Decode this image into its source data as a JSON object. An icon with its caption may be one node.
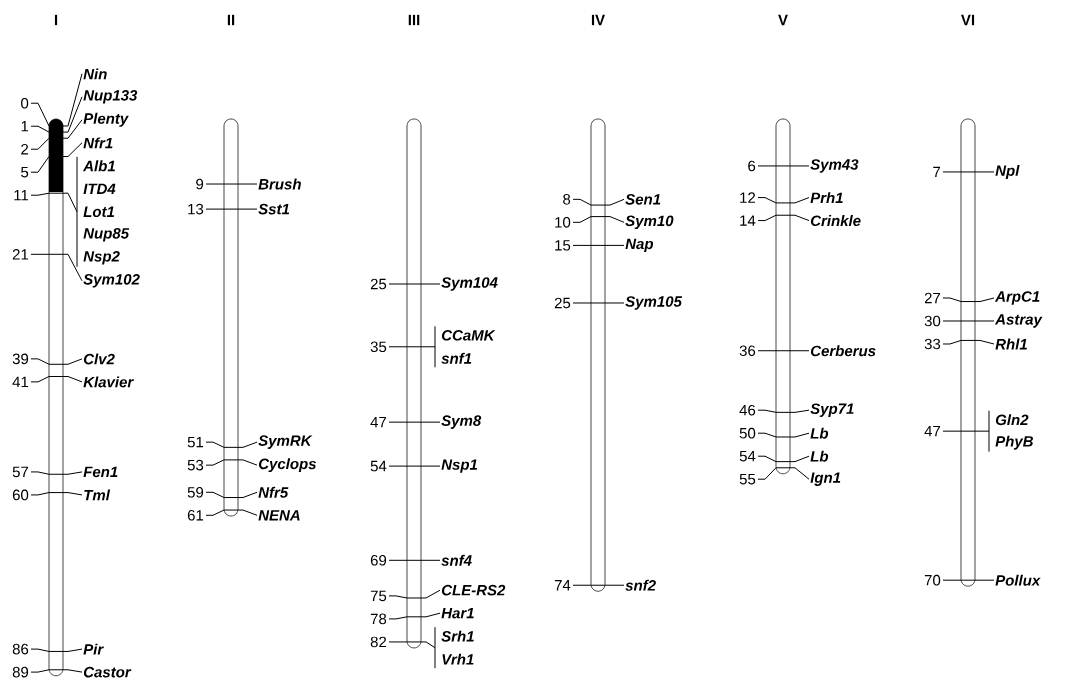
{
  "diagram": {
    "nodes": [
      {
        "text": [],
        "shape": "bar"
      },
      {
        "text": [],
        "shape": "bar"
      },
      {
        "text": [],
        "shape": "bar"
      },
      {
        "text": [],
        "shape": "bar"
      },
      {
        "text": [],
        "shape": "bar"
      },
      {
        "text": [],
        "shape": "bar"
      },
      {
        "text": [
          "Nin"
        ]
      },
      {
        "text": [
          "Nup133"
        ]
      },
      {
        "text": [
          "Plenty"
        ]
      },
      {
        "text": [
          "Nfr1"
        ]
      },
      {
        "text": [
          "Alb1"
        ]
      },
      {
        "text": [
          "ITD4"
        ]
      },
      {
        "text": [
          "Lot1"
        ]
      },
      {
        "text": [
          "Nup85"
        ]
      },
      {
        "text": [
          "Nsp2"
        ]
      },
      {
        "text": [
          "Sym102"
        ]
      },
      {
        "text": [
          "Clv2"
        ]
      },
      {
        "text": [
          "Klavier"
        ]
      },
      {
        "text": [
          "Fen1"
        ]
      },
      {
        "text": [
          "Tml"
        ]
      },
      {
        "text": [
          "Pir"
        ]
      },
      {
        "text": [
          "Castor"
        ]
      },
      {
        "text": [
          "Brush"
        ]
      },
      {
        "text": [
          "Sst1"
        ]
      },
      {
        "text": [
          "SymRK"
        ]
      },
      {
        "text": [
          "Cyclops"
        ]
      },
      {
        "text": [
          "Nfr5"
        ]
      },
      {
        "text": [
          "NENA"
        ]
      },
      {
        "text": [
          "Sym104"
        ]
      },
      {
        "text": [
          "CCaMK"
        ]
      },
      {
        "text": [
          "snf1"
        ]
      },
      {
        "text": [
          "Sym8"
        ]
      },
      {
        "text": [
          "Nsp1"
        ]
      },
      {
        "text": [
          "snf4"
        ]
      },
      {
        "text": [
          "CLE-RS2"
        ]
      },
      {
        "text": [
          "Har1"
        ]
      },
      {
        "text": [
          "Srh1"
        ]
      },
      {
        "text": [
          "Vrh1"
        ]
      },
      {
        "text": [
          "Sen1"
        ]
      },
      {
        "text": [
          "Sym10"
        ]
      },
      {
        "text": [
          "Nap"
        ]
      },
      {
        "text": [
          "Sym105"
        ]
      },
      {
        "text": [
          "snf2"
        ]
      },
      {
        "text": [
          "Sym43"
        ]
      },
      {
        "text": [
          "Prh1"
        ]
      },
      {
        "text": [
          "Crinkle"
        ]
      },
      {
        "text": [
          "Cerberus"
        ]
      },
      {
        "text": [
          "Syp71"
        ]
      },
      {
        "text": [
          "Lb"
        ]
      },
      {
        "text": [
          "Lb"
        ]
      },
      {
        "text": [
          "Ign1"
        ]
      },
      {
        "text": [
          "Npl"
        ]
      },
      {
        "text": [
          "ArpC1"
        ]
      },
      {
        "text": [
          "Astray"
        ]
      },
      {
        "text": [
          "Rhl1"
        ]
      },
      {
        "text": [
          "Gln2"
        ]
      },
      {
        "text": [
          "PhyB"
        ]
      },
      {
        "text": [
          "Pollux"
        ]
      }
    ],
    "edges": [
      {
        "from": 6,
        "to": 0,
        "arrow": "none",
        "label": "0"
      },
      {
        "from": 7,
        "to": 0,
        "arrow": "none",
        "label": "1"
      },
      {
        "from": 8,
        "to": 0,
        "arrow": "none",
        "label": "2"
      },
      {
        "from": 9,
        "to": 0,
        "arrow": "none",
        "label": "5"
      },
      {
        "from": 10,
        "to": 0,
        "arrow": "none",
        "label": "11"
      },
      {
        "from": 11,
        "to": 0,
        "arrow": "none"
      },
      {
        "from": 12,
        "to": 0,
        "arrow": "none"
      },
      {
        "from": 13,
        "to": 0,
        "arrow": "none"
      },
      {
        "from": 14,
        "to": 0,
        "arrow": "none"
      },
      {
        "from": 15,
        "to": 0,
        "arrow": "none",
        "label": "21"
      },
      {
        "from": 16,
        "to": 0,
        "arrow": "none",
        "label": "39"
      },
      {
        "from": 17,
        "to": 0,
        "arrow": "none",
        "label": "41"
      },
      {
        "from": 18,
        "to": 0,
        "arrow": "none",
        "label": "57"
      },
      {
        "from": 19,
        "to": 0,
        "arrow": "none",
        "label": "60"
      },
      {
        "from": 20,
        "to": 0,
        "arrow": "none",
        "label": "86"
      },
      {
        "from": 21,
        "to": 0,
        "arrow": "none",
        "label": "89"
      },
      {
        "from": 22,
        "to": 1,
        "arrow": "none",
        "label": "9"
      },
      {
        "from": 23,
        "to": 1,
        "arrow": "none",
        "label": "13"
      },
      {
        "from": 24,
        "to": 1,
        "arrow": "none",
        "label": "51"
      },
      {
        "from": 25,
        "to": 1,
        "arrow": "none",
        "label": "53"
      },
      {
        "from": 26,
        "to": 1,
        "arrow": "none",
        "label": "59"
      },
      {
        "from": 27,
        "to": 1,
        "arrow": "none",
        "label": "61"
      },
      {
        "from": 28,
        "to": 2,
        "arrow": "none",
        "label": "25"
      },
      {
        "from": 29,
        "to": 2,
        "arrow": "none",
        "label": "35"
      },
      {
        "from": 30,
        "to": 2,
        "arrow": "none"
      },
      {
        "from": 31,
        "to": 2,
        "arrow": "none",
        "label": "47"
      },
      {
        "from": 32,
        "to": 2,
        "arrow": "none",
        "label": "54"
      },
      {
        "from": 33,
        "to": 2,
        "arrow": "none",
        "label": "69"
      },
      {
        "from": 34,
        "to": 2,
        "arrow": "none",
        "label": "75"
      },
      {
        "from": 35,
        "to": 2,
        "arrow": "none",
        "label": "78"
      },
      {
        "from": 36,
        "to": 2,
        "arrow": "none",
        "label": "82"
      },
      {
        "from": 37,
        "to": 2,
        "arrow": "none"
      },
      {
        "from": 38,
        "to": 3,
        "arrow": "none",
        "label": "8"
      },
      {
        "from": 39,
        "to": 3,
        "arrow": "none",
        "label": "10"
      },
      {
        "from": 40,
        "to": 3,
        "arrow": "none",
        "label": "15"
      },
      {
        "from": 41,
        "to": 3,
        "arrow": "none",
        "label": "25"
      },
      {
        "from": 42,
        "to": 3,
        "arrow": "none",
        "label": "74"
      },
      {
        "from": 43,
        "to": 4,
        "arrow": "none",
        "label": "6"
      },
      {
        "from": 44,
        "to": 4,
        "arrow": "none",
        "label": "12"
      },
      {
        "from": 45,
        "to": 4,
        "arrow": "none",
        "label": "14"
      },
      {
        "from": 46,
        "to": 4,
        "arrow": "none",
        "label": "36"
      },
      {
        "from": 47,
        "to": 4,
        "arrow": "none",
        "label": "46"
      },
      {
        "from": 48,
        "to": 4,
        "arrow": "none",
        "label": "50"
      },
      {
        "from": 49,
        "to": 4,
        "arrow": "none",
        "label": "54"
      },
      {
        "from": 50,
        "to": 4,
        "arrow": "none",
        "label": "55"
      },
      {
        "from": 51,
        "to": 5,
        "arrow": "none",
        "label": "7"
      },
      {
        "from": 52,
        "to": 5,
        "arrow": "none",
        "label": "27"
      },
      {
        "from": 53,
        "to": 5,
        "arrow": "none",
        "label": "30"
      },
      {
        "from": 54,
        "to": 5,
        "arrow": "none",
        "label": "33"
      },
      {
        "from": 55,
        "to": 5,
        "arrow": "none",
        "label": "47"
      },
      {
        "from": 56,
        "to": 5,
        "arrow": "none"
      },
      {
        "from": 57,
        "to": 5,
        "arrow": "none",
        "label": "70"
      }
    ],
    "labels": [
      "I",
      "II",
      "III",
      "IV",
      "V",
      "VI"
    ]
  }
}
